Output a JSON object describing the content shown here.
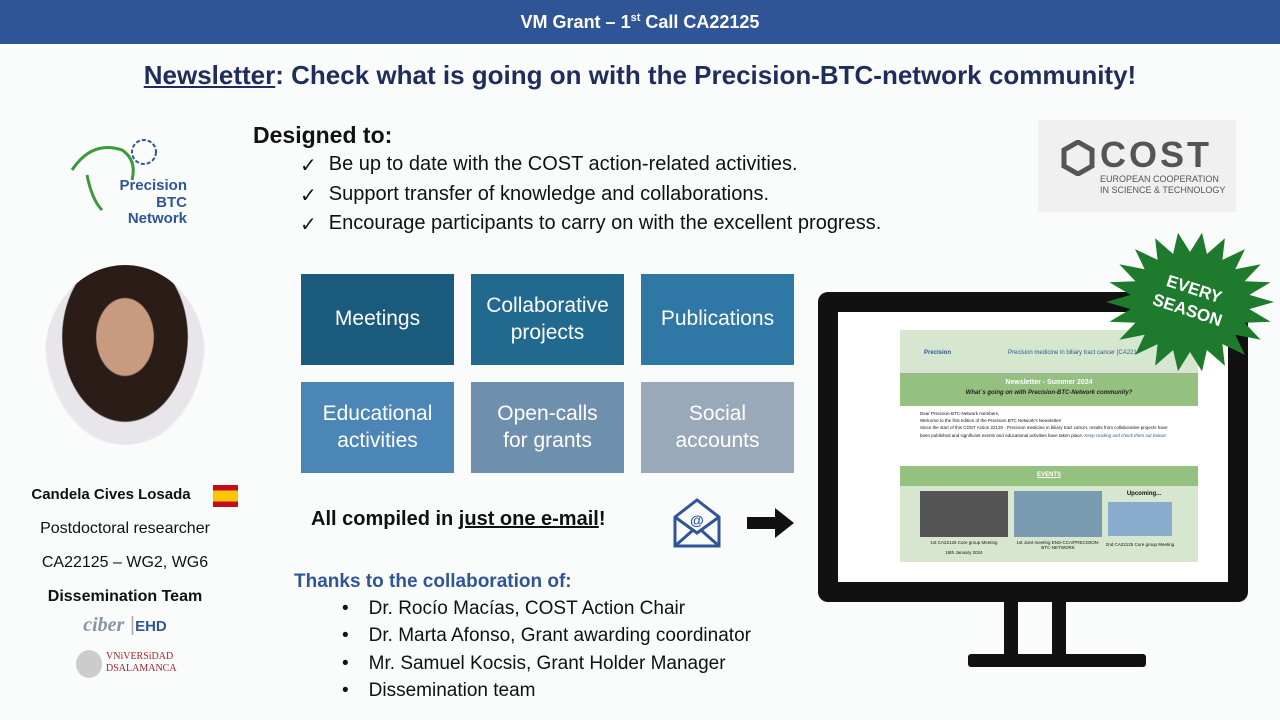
{
  "header": {
    "title": "VM Grant – 1",
    "title_sup": "st",
    "title_end": " Call CA22125"
  },
  "headline": {
    "underlined": "Newsletter",
    "rest": ": Check what is going on with the Precision-BTC-network community!"
  },
  "designed": {
    "heading": "Designed to:",
    "items": [
      "Be up to date with the COST action-related activities.",
      "Support transfer of knowledge and collaborations.",
      "Encourage participants to carry on with the excellent progress."
    ],
    "check_icon": "✓"
  },
  "tiles": [
    {
      "label": "Meetings",
      "color": "#1a5a7c"
    },
    {
      "label": "Collaborative\nprojects",
      "color": "#21698f"
    },
    {
      "label": "Publications",
      "color": "#2f77a4"
    },
    {
      "label": "Educational\nactivities",
      "color": "#4b86b6"
    },
    {
      "label": "Open-calls\nfor grants",
      "color": "#6f90ac"
    },
    {
      "label": "Social\naccounts",
      "color": "#99a9b9"
    }
  ],
  "compiled": {
    "prefix": "All compiled in ",
    "underlined": "just one e-mail",
    "suffix": "!"
  },
  "thanks": {
    "heading": "Thanks to the collaboration of:",
    "items": [
      "Dr. Rocío Macías, COST Action Chair",
      "Dr. Marta Afonso, Grant awarding coordinator",
      "Mr. Samuel Kocsis, Grant Holder Manager",
      "Dissemination team"
    ]
  },
  "person": {
    "name": "Candela Cives Losada",
    "role": "Postdoctoral researcher",
    "group": "CA22125 – WG2, WG6",
    "team": "Dissemination Team"
  },
  "logos": {
    "precision": [
      "Precision",
      "BTC Network"
    ],
    "cost": [
      "COST",
      "EUROPEAN COOPERATION",
      "IN SCIENCE & TECHNOLOGY"
    ],
    "ciber": [
      "ciber",
      "EHD"
    ],
    "usal": [
      "VNiVERSiDAD",
      "DSALAMANCA"
    ]
  },
  "badge": {
    "text": "EVERY\nSEASON",
    "color": "#1e7a2c"
  },
  "newsletter": {
    "header": "Precision medicine in biliary tract cancer [CA221",
    "title": "Newsletter - Summer 2024",
    "subtitle": "What´s going on with Precision-BTC-Network community?",
    "greeting": "Dear Precision-BTC-Network members,",
    "welcome": "Welcome to the first edition of the Precision BTC Network's Newsletter!",
    "body": "Since the start of this COST Action 22125 - Precision medicine in biliary tract cancer, results from collaborative projects have been published and significant events and educational activities have taken place.",
    "body_link": "Keep reading and check them out below!",
    "events": "EVENTS",
    "upcoming": "Upcoming...",
    "captions": [
      "1st CA22125 Core group Meeting",
      "1st Joint meeting ENS-CCA/PRECISION-BTC-NETWORK",
      "2nd CA22125 Core group Meeting"
    ],
    "date": "19th January 2024"
  }
}
